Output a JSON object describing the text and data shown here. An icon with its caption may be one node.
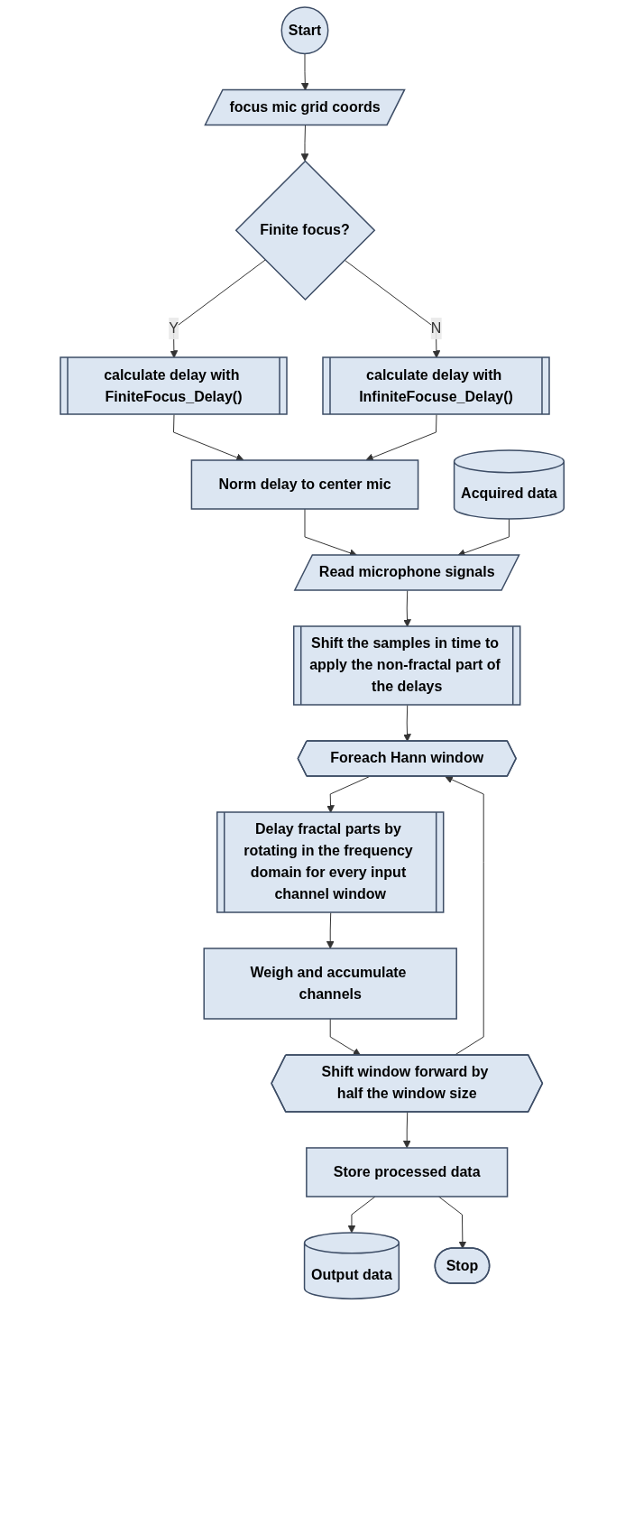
{
  "diagram": {
    "nodes": [
      {
        "text": [
          "Start"
        ]
      },
      {
        "text": [
          "focus mic grid coords"
        ]
      },
      {
        "text": [
          "Finite focus?"
        ]
      },
      {
        "text": [
          "calculate delay with FiniteFocus_Delay()"
        ]
      },
      {
        "text": [
          "calculate delay with InfiniteFocuse_Delay()"
        ]
      },
      {
        "text": [
          "Norm delay to center mic"
        ]
      },
      {
        "text": [
          "Read microphone signals"
        ]
      },
      {
        "text": [
          "Acquired data"
        ]
      },
      {
        "text": [
          "Shift the samples in time to apply the non-fractal part of the delays"
        ]
      },
      {
        "text": [
          "Foreach Hann window"
        ]
      },
      {
        "text": [
          "Delay fractal parts by rotating in the frequency domain for every input channel window"
        ]
      },
      {
        "text": [
          "Weigh and accumulate channels"
        ]
      },
      {
        "text": [
          "Shift window forward by half the window size"
        ]
      },
      {
        "text": [
          "Store processed data"
        ]
      },
      {
        "text": [
          "Output data"
        ]
      },
      {
        "text": [
          "Stop"
        ]
      }
    ],
    "edges": [
      {
        "from": 0,
        "to": 1,
        "arrow": "to"
      },
      {
        "from": 1,
        "to": 2,
        "arrow": "to"
      },
      {
        "from": 2,
        "to": 3,
        "arrow": "to",
        "label": "Y"
      },
      {
        "from": 2,
        "to": 4,
        "arrow": "to",
        "label": "N"
      },
      {
        "from": 3,
        "to": 5,
        "arrow": "to"
      },
      {
        "from": 4,
        "to": 5,
        "arrow": "to"
      },
      {
        "from": 5,
        "to": 6,
        "arrow": "to"
      },
      {
        "from": 7,
        "to": 6,
        "arrow": "to"
      },
      {
        "from": 6,
        "to": 8,
        "arrow": "to"
      },
      {
        "from": 8,
        "to": 9,
        "arrow": "to"
      },
      {
        "from": 9,
        "to": 10,
        "arrow": "to"
      },
      {
        "from": 10,
        "to": 11,
        "arrow": "to"
      },
      {
        "from": 11,
        "to": 12,
        "arrow": "to"
      },
      {
        "from": 12,
        "to": 9,
        "arrow": "to"
      },
      {
        "from": 12,
        "to": 13,
        "arrow": "to"
      },
      {
        "from": 13,
        "to": 14,
        "arrow": "to"
      },
      {
        "from": 13,
        "to": 15,
        "arrow": "to"
      }
    ]
  }
}
